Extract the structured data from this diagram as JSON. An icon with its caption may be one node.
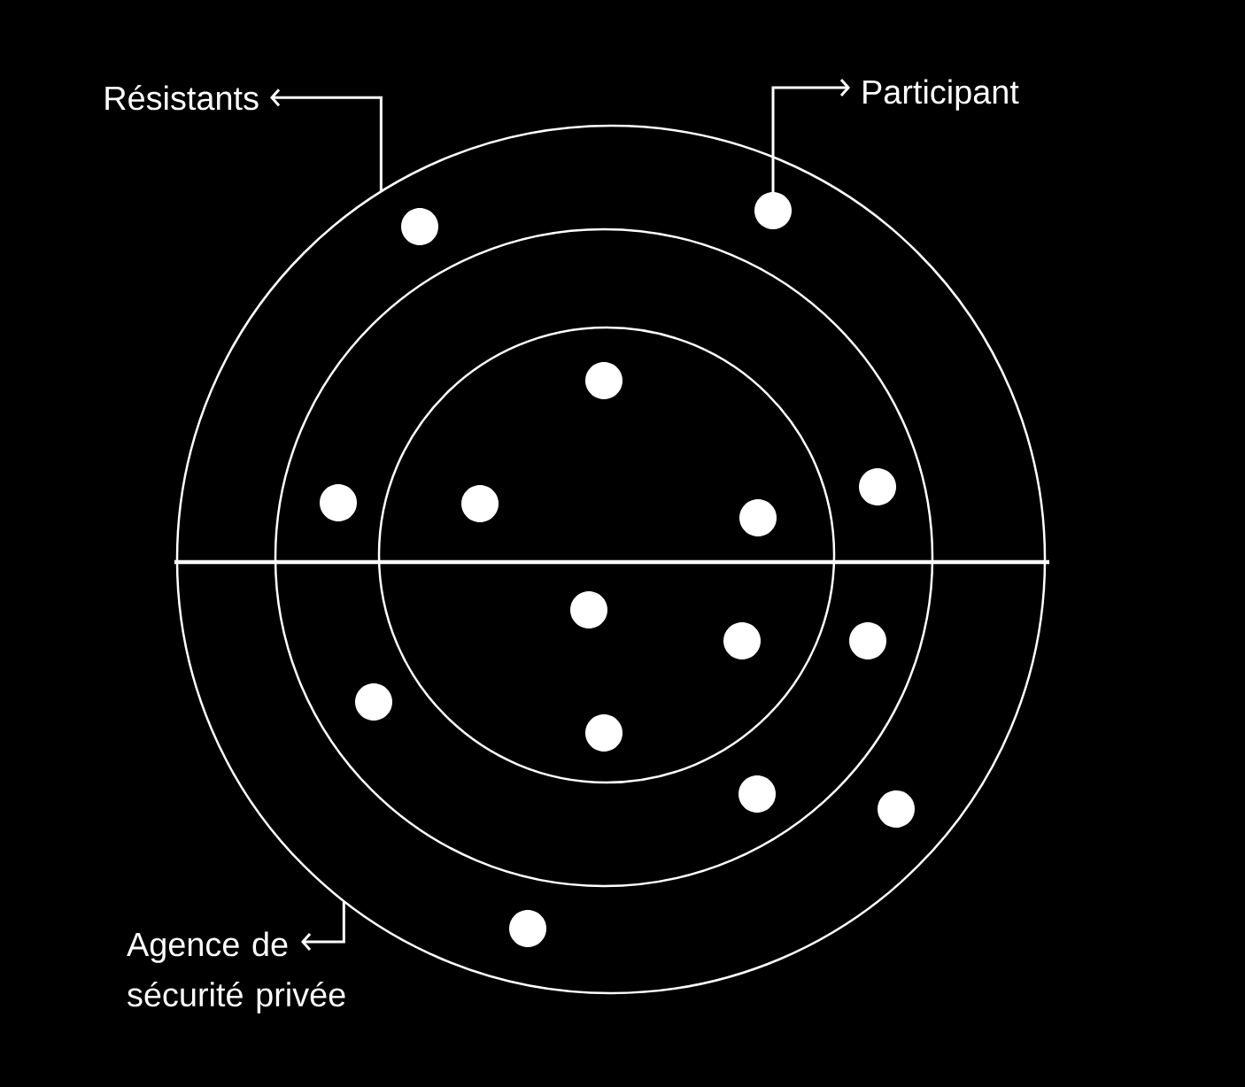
{
  "diagram": {
    "nodes": [
      {
        "text": [
          "Résistants"
        ]
      },
      {
        "text": [
          "Participant"
        ]
      },
      {
        "text": [],
        "shape": "circle"
      },
      {
        "text": [],
        "shape": "circle",
        "in": 2
      },
      {
        "text": [],
        "shape": "circle",
        "in": 3
      },
      {
        "text": [],
        "shape": "circle",
        "in": 2
      },
      {
        "text": [],
        "shape": "circle",
        "in": 2
      },
      {
        "text": [],
        "shape": "circle",
        "in": 4
      },
      {
        "text": [],
        "shape": "circle",
        "in": 3
      },
      {
        "text": [],
        "shape": "circle",
        "in": 3
      },
      {
        "text": [],
        "shape": "circle",
        "in": 4
      },
      {
        "text": [],
        "shape": "circle",
        "in": 4
      },
      {
        "text": [],
        "shape": "circle",
        "in": 4
      },
      {
        "text": [],
        "shape": "circle",
        "in": 4
      },
      {
        "text": [],
        "shape": "circle",
        "in": 3
      },
      {
        "text": [],
        "shape": "circle",
        "in": 3
      },
      {
        "text": [],
        "shape": "circle",
        "in": 4
      },
      {
        "text": [],
        "shape": "circle",
        "in": 3
      },
      {
        "text": [],
        "shape": "circle",
        "in": 2
      },
      {
        "text": [],
        "shape": "circle",
        "in": 2
      },
      {
        "text": [
          "Agence de sécurité privée"
        ]
      }
    ],
    "edges": [
      {
        "from": 2,
        "to": 0,
        "arrow": "to"
      },
      {
        "from": 5,
        "to": 1,
        "arrow": "to"
      },
      {
        "from": 2,
        "to": 20,
        "arrow": "to"
      }
    ]
  }
}
